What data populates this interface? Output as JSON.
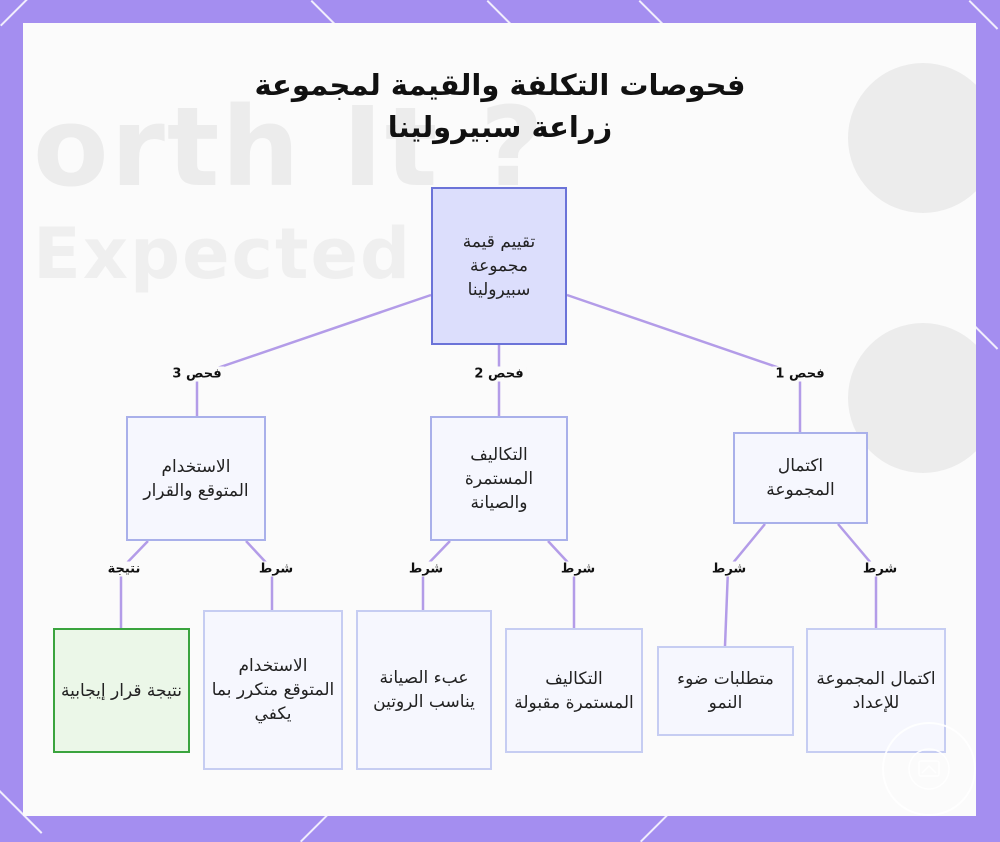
{
  "title": {
    "line1": "فحوصات التكلفة والقيمة لمجموعة",
    "line2": "زراعة سبيرولينا"
  },
  "background_text": {
    "line1": "orth It ?",
    "line2": "Expected Us"
  },
  "nodes": {
    "root": "تقييم قيمة مجموعة سبيرولينا",
    "check1": "اكتمال المجموعة",
    "check2": "التكاليف المستمرة والصيانة",
    "check3": "الاستخدام المتوقع والقرار",
    "leaf_kit_complete": "اكتمال المجموعة للإعداد",
    "leaf_light": "متطلبات ضوء النمو",
    "leaf_costs": "التكاليف المستمرة مقبولة",
    "leaf_maintenance": "عبء الصيانة يناسب الروتين",
    "leaf_usage": "الاستخدام المتوقع متكرر بما يكفي",
    "leaf_result": "نتيجة قرار إيجابية"
  },
  "edge_labels": {
    "check1": "فحص 1",
    "check2": "فحص 2",
    "check3": "فحص 3",
    "condition": "شرط",
    "result": "نتيجة"
  },
  "colors": {
    "frame": "#a48ef0",
    "edge": "#b39ce8",
    "root_fill": "#dcdefc",
    "node_fill": "#f6f7fe",
    "result_border": "#3aa43e"
  },
  "icons": {
    "badge": "seal-logo-icon"
  }
}
